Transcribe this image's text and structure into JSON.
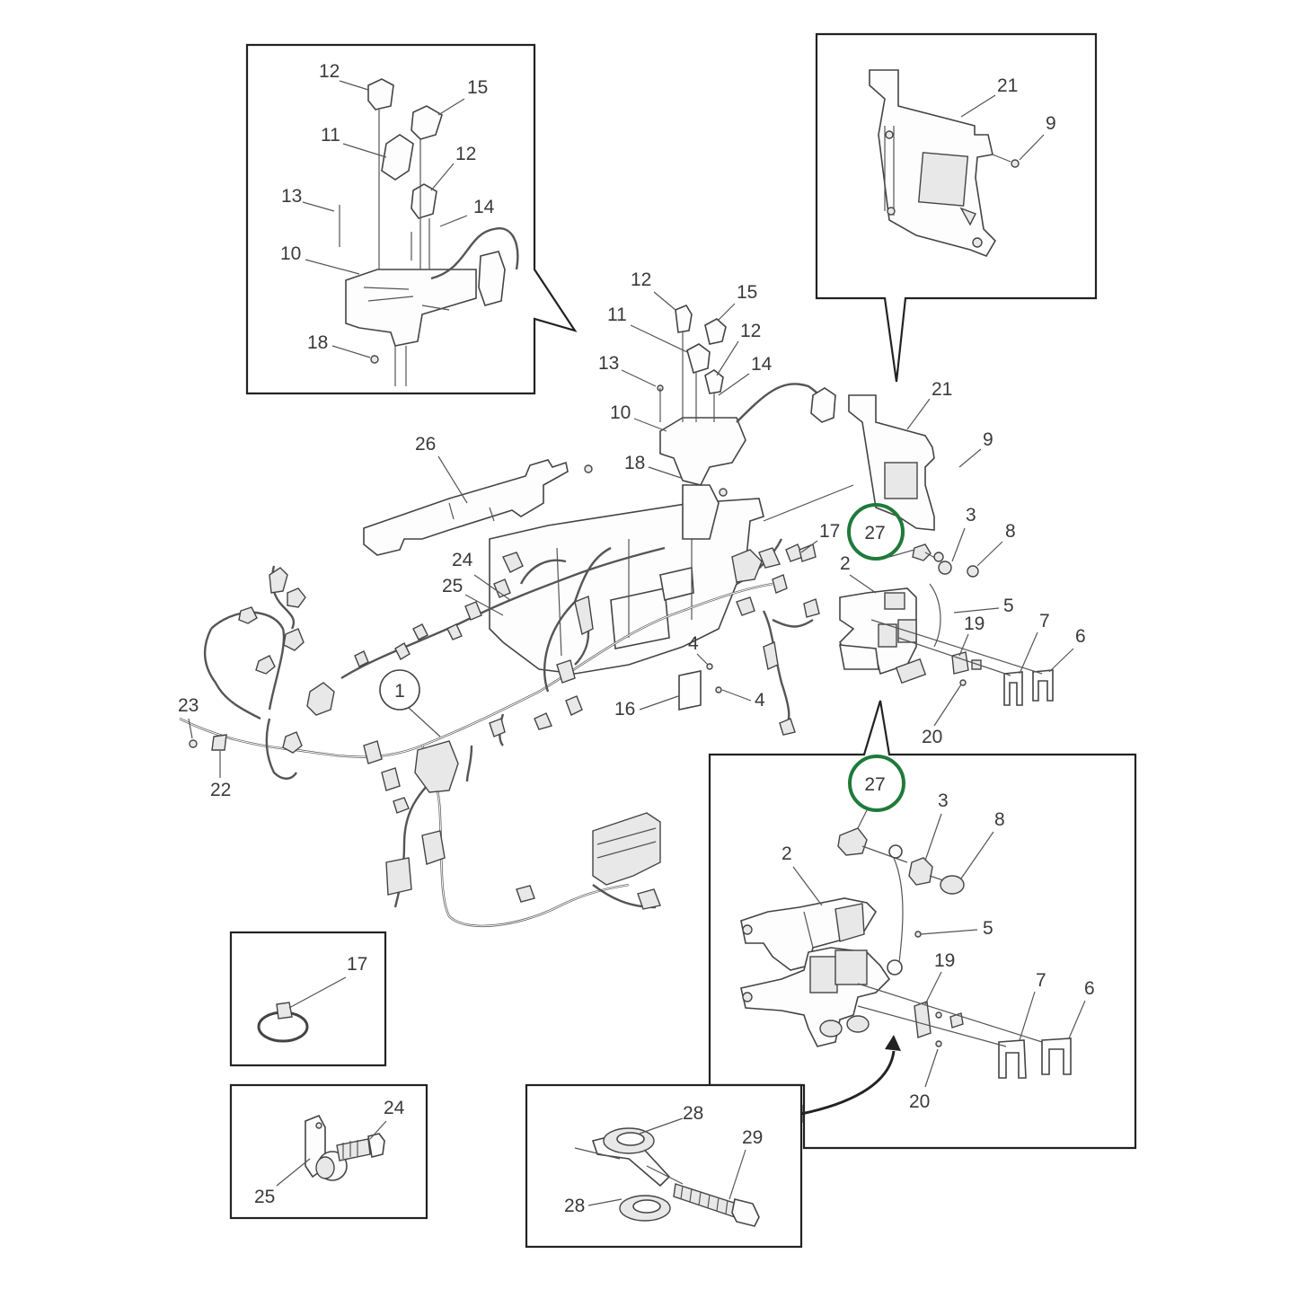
{
  "highlight_color": "#1f7a3a",
  "labels": {
    "tl_12a": "12",
    "tl_15": "15",
    "tl_11": "11",
    "tl_12b": "12",
    "tl_13": "13",
    "tl_14": "14",
    "tl_10": "10",
    "tl_18": "18",
    "tr_21": "21",
    "tr_9": "9",
    "m_12a": "12",
    "m_15": "15",
    "m_11": "11",
    "m_12b": "12",
    "m_13": "13",
    "m_14": "14",
    "m_10": "10",
    "m_18": "18",
    "m_21": "21",
    "m_9": "9",
    "m_26": "26",
    "m_17": "17",
    "m_27": "27",
    "m_3": "3",
    "m_8": "8",
    "m_2": "2",
    "m_24": "24",
    "m_25": "25",
    "m_5": "5",
    "m_19": "19",
    "m_7": "7",
    "m_6": "6",
    "m_4a": "4",
    "m_4b": "4",
    "m_16": "16",
    "m_20": "20",
    "m_1": "1",
    "m_23": "23",
    "m_22": "22",
    "br_27": "27",
    "br_3": "3",
    "br_8": "8",
    "br_2": "2",
    "br_5": "5",
    "br_19": "19",
    "br_7": "7",
    "br_6": "6",
    "br_20": "20",
    "bl1_17": "17",
    "bl2_24": "24",
    "bl2_25": "25",
    "bc_28a": "28",
    "bc_29": "29",
    "bc_28b": "28"
  }
}
